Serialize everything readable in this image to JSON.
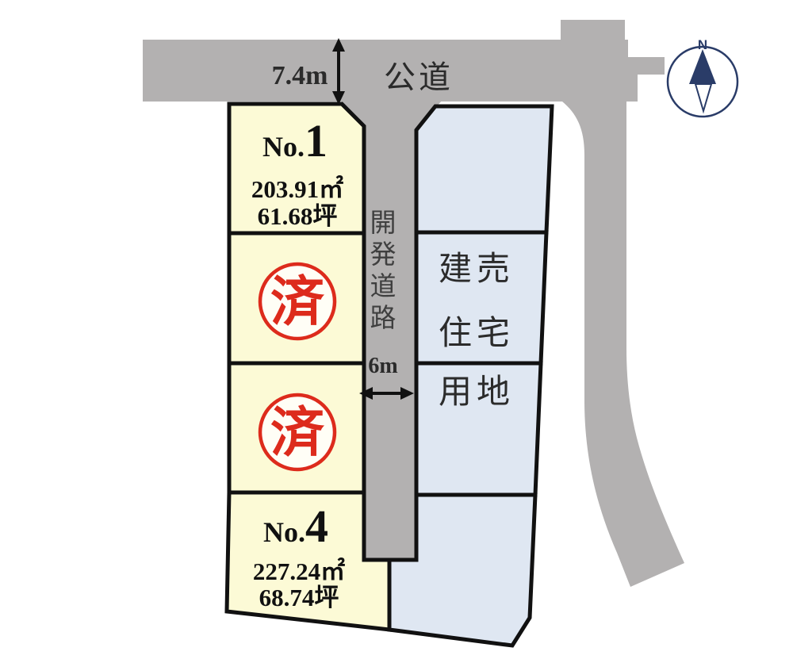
{
  "compass": {
    "north_label": "N"
  },
  "roads": {
    "public_road": {
      "name": "公道",
      "width_label": "7.4m"
    },
    "development_road": {
      "name": "開発道路",
      "width_label": "6m"
    }
  },
  "parcels": {
    "no1": {
      "number_prefix": "No.",
      "number": "1",
      "area_sqm": "203.91㎡",
      "area_tsubo": "61.68坪"
    },
    "sold_1": {
      "stamp": "済"
    },
    "sold_2": {
      "stamp": "済"
    },
    "no4": {
      "number_prefix": "No.",
      "number": "4",
      "area_sqm": "227.24㎡",
      "area_tsubo": "68.74坪"
    },
    "housing_site": {
      "lines": [
        "建売",
        "住宅",
        "用地"
      ]
    }
  },
  "colors": {
    "road_gray": "#b3b1b1",
    "parcel_yellow": "#fcfad6",
    "parcel_blue": "#dfe7f2",
    "border_black": "#111111",
    "stamp_red": "#dd2b1c",
    "stamp_fill": "#fffef6",
    "compass_navy": "#2a3c68",
    "label_dark": "#2b2b2b",
    "road_label_gray": "#3f3f3f"
  }
}
